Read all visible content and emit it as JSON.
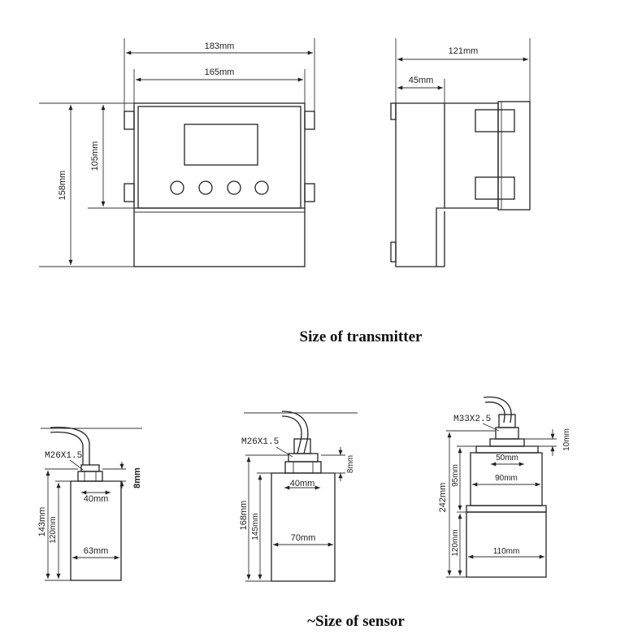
{
  "transmitter": {
    "dims": {
      "width_outer": "183mm",
      "width_inner": "165mm",
      "height_total": "158mm",
      "height_front": "105mm",
      "depth_total": "121mm",
      "depth_front": "45mm"
    },
    "caption": "Size of transmitter"
  },
  "sensors": {
    "caption": "~Size of sensor",
    "sensor1": {
      "thread": "M26X1.5",
      "nut_height": "8mm",
      "top_width": "40mm",
      "body_width": "63mm",
      "height_total": "143mm",
      "height_body": "120mm"
    },
    "sensor2": {
      "thread": "M26X1.5",
      "nut_height": "8mm",
      "top_width": "40mm",
      "body_width": "70mm",
      "height_total": "168mm",
      "height_body": "145mm"
    },
    "sensor3": {
      "thread": "M33X2.5",
      "nut_height": "10mm",
      "neck_width": "50mm",
      "upper_width": "90mm",
      "lower_width": "110mm",
      "height_total": "242mm",
      "height_upper": "95mm",
      "height_lower": "120mm"
    }
  },
  "icons": {
    "arrowheads": "arrow-icon",
    "buttons": "circle-button-icon"
  }
}
